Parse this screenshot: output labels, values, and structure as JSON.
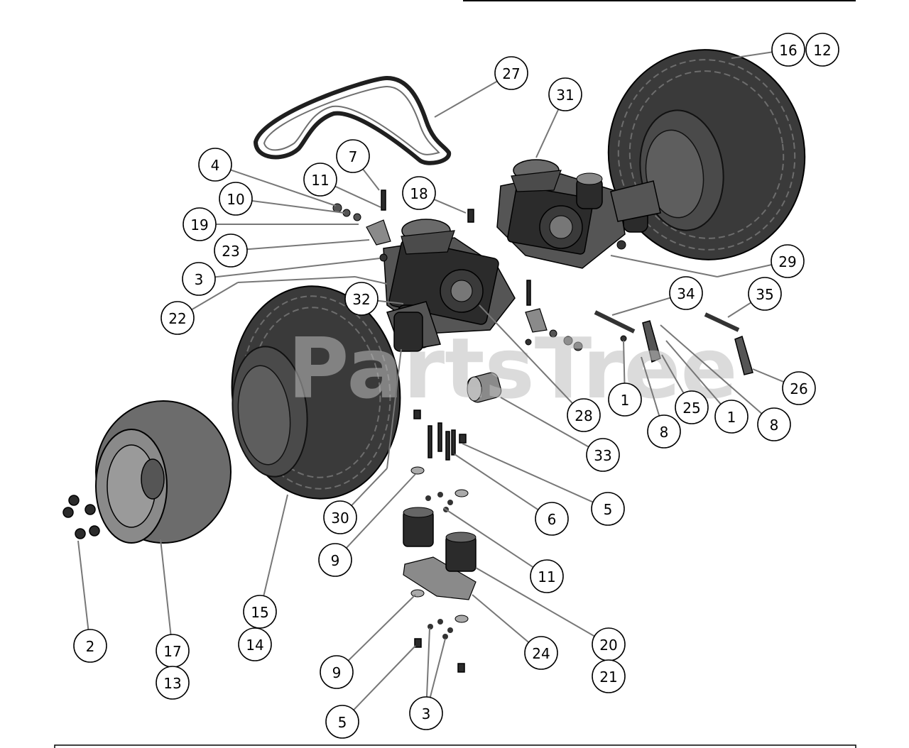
{
  "watermark": "PartsTree",
  "callouts": [
    {
      "id": "c-16",
      "label": "16"
    },
    {
      "id": "c-12",
      "label": "12"
    },
    {
      "id": "c-27",
      "label": "27"
    },
    {
      "id": "c-31",
      "label": "31"
    },
    {
      "id": "c-7",
      "label": "7"
    },
    {
      "id": "c-4",
      "label": "4"
    },
    {
      "id": "c-11a",
      "label": "11"
    },
    {
      "id": "c-18",
      "label": "18"
    },
    {
      "id": "c-10",
      "label": "10"
    },
    {
      "id": "c-19",
      "label": "19"
    },
    {
      "id": "c-23",
      "label": "23"
    },
    {
      "id": "c-3a",
      "label": "3"
    },
    {
      "id": "c-22",
      "label": "22"
    },
    {
      "id": "c-32",
      "label": "32"
    },
    {
      "id": "c-29",
      "label": "29"
    },
    {
      "id": "c-34",
      "label": "34"
    },
    {
      "id": "c-35",
      "label": "35"
    },
    {
      "id": "c-26",
      "label": "26"
    },
    {
      "id": "c-1a",
      "label": "1"
    },
    {
      "id": "c-28",
      "label": "28"
    },
    {
      "id": "c-25",
      "label": "25"
    },
    {
      "id": "c-1b",
      "label": "1"
    },
    {
      "id": "c-8a",
      "label": "8"
    },
    {
      "id": "c-8b",
      "label": "8"
    },
    {
      "id": "c-33",
      "label": "33"
    },
    {
      "id": "c-5a",
      "label": "5"
    },
    {
      "id": "c-6",
      "label": "6"
    },
    {
      "id": "c-30",
      "label": "30"
    },
    {
      "id": "c-9a",
      "label": "9"
    },
    {
      "id": "c-11b",
      "label": "11"
    },
    {
      "id": "c-15",
      "label": "15"
    },
    {
      "id": "c-14",
      "label": "14"
    },
    {
      "id": "c-2",
      "label": "2"
    },
    {
      "id": "c-17",
      "label": "17"
    },
    {
      "id": "c-13",
      "label": "13"
    },
    {
      "id": "c-20",
      "label": "20"
    },
    {
      "id": "c-21",
      "label": "21"
    },
    {
      "id": "c-24",
      "label": "24"
    },
    {
      "id": "c-9b",
      "label": "9"
    },
    {
      "id": "c-5b",
      "label": "5"
    },
    {
      "id": "c-3b",
      "label": "3"
    }
  ]
}
